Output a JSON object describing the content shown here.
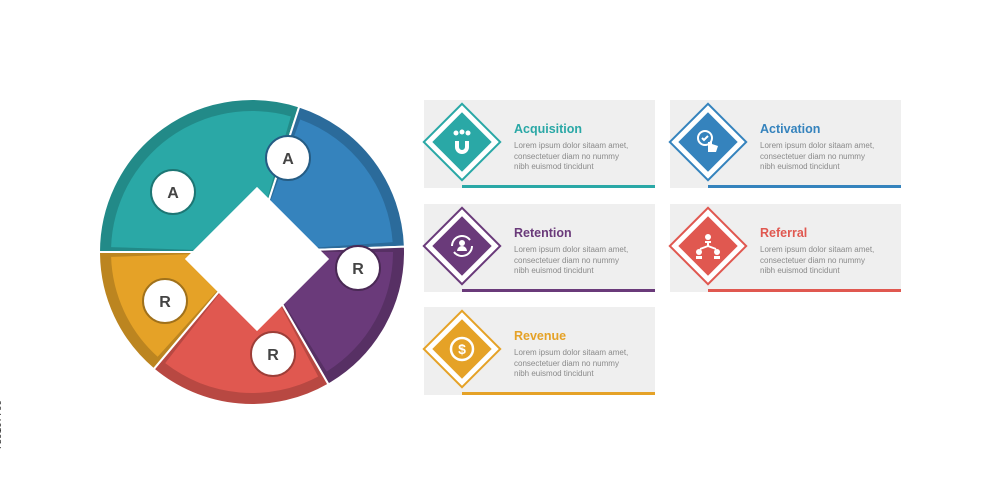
{
  "colors": {
    "teal": "#2aa8a6",
    "blue": "#3583bd",
    "purple": "#6a3a7a",
    "red": "#e05850",
    "orange": "#e5a227"
  },
  "wheel": {
    "segments": [
      {
        "letter": "A",
        "color": "#2aa8a6"
      },
      {
        "letter": "A",
        "color": "#3583bd"
      },
      {
        "letter": "R",
        "color": "#6a3a7a"
      },
      {
        "letter": "R",
        "color": "#e05850"
      },
      {
        "letter": "R",
        "color": "#e5a227"
      }
    ]
  },
  "cards": [
    {
      "title": "Acquisition",
      "color": "#2aa8a6",
      "icon": "magnet-people-icon",
      "lines": [
        "Lorem ipsum dolor sitaam amet,",
        "consectetuer diam no nummy",
        "nibh euismod tincidunt"
      ]
    },
    {
      "title": "Activation",
      "color": "#3583bd",
      "icon": "touch-check-icon",
      "lines": [
        "Lorem ipsum dolor sitaam amet,",
        "consectetuer diam no nummy",
        "nibh euismod tincidunt"
      ]
    },
    {
      "title": "Retention",
      "color": "#6a3a7a",
      "icon": "user-cycle-icon",
      "lines": [
        "Lorem ipsum dolor sitaam amet,",
        "consectetuer diam no nummy",
        "nibh euismod tincidunt"
      ]
    },
    {
      "title": "Referral",
      "color": "#e05850",
      "icon": "network-people-icon",
      "lines": [
        "Lorem ipsum dolor sitaam amet,",
        "consectetuer diam no nummy",
        "nibh euismod tincidunt"
      ]
    },
    {
      "title": "Revenue",
      "color": "#e5a227",
      "icon": "dollar-coin-icon",
      "lines": [
        "Lorem ipsum dolor sitaam amet,",
        "consectetuer diam no nummy",
        "nibh euismod tincidunt"
      ]
    }
  ],
  "watermark": "739107760"
}
